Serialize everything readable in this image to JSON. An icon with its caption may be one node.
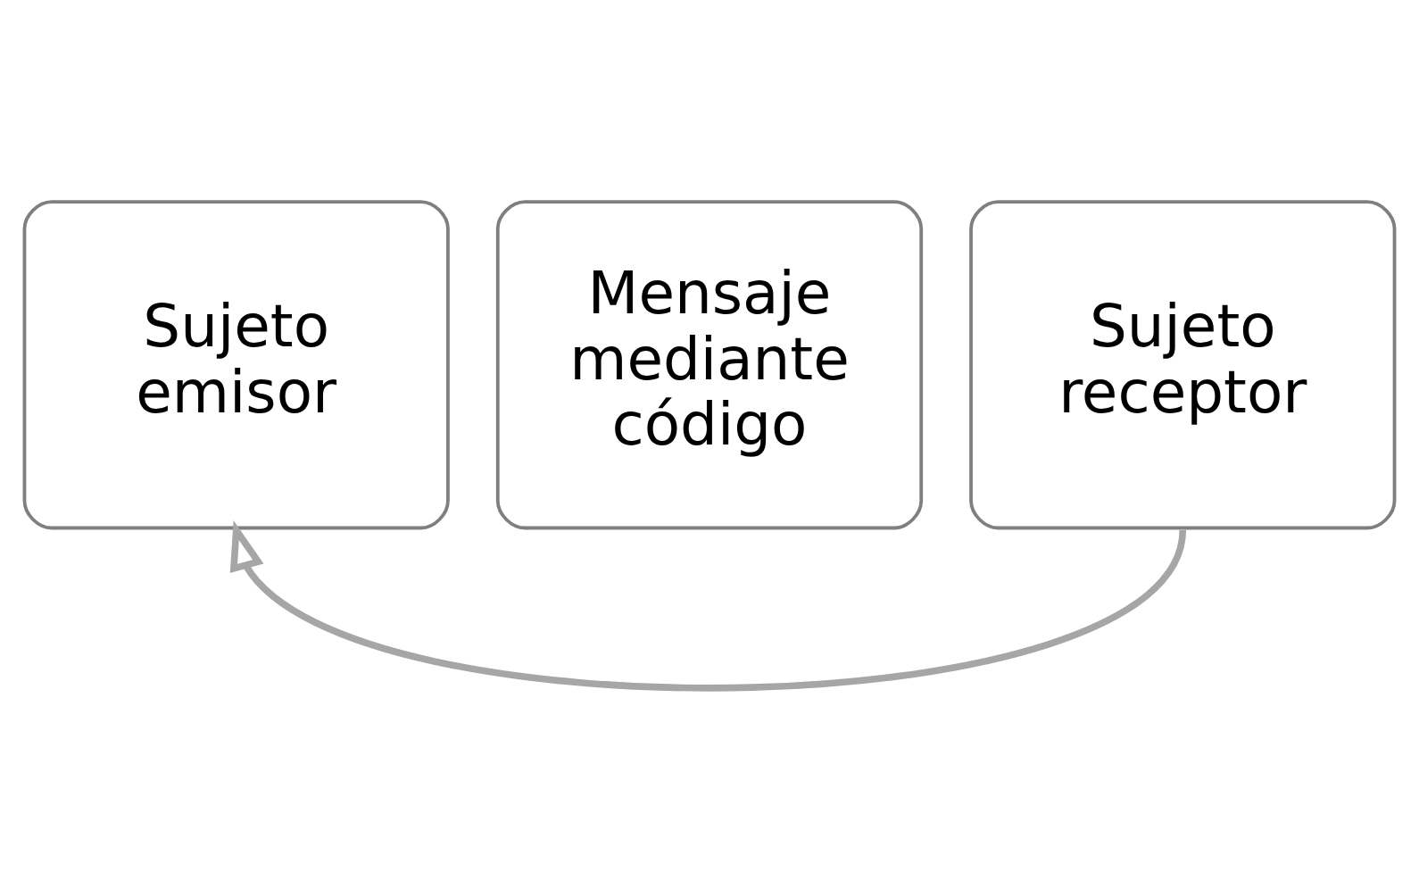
{
  "diagram": {
    "nodes": [
      {
        "text": [
          "Sujeto emisor"
        ]
      },
      {
        "text": [
          "Mensaje mediante código"
        ]
      },
      {
        "text": [
          "Sujeto receptor"
        ]
      }
    ],
    "edges": [
      {
        "from": 2,
        "to": 0,
        "arrow": "to"
      }
    ]
  }
}
